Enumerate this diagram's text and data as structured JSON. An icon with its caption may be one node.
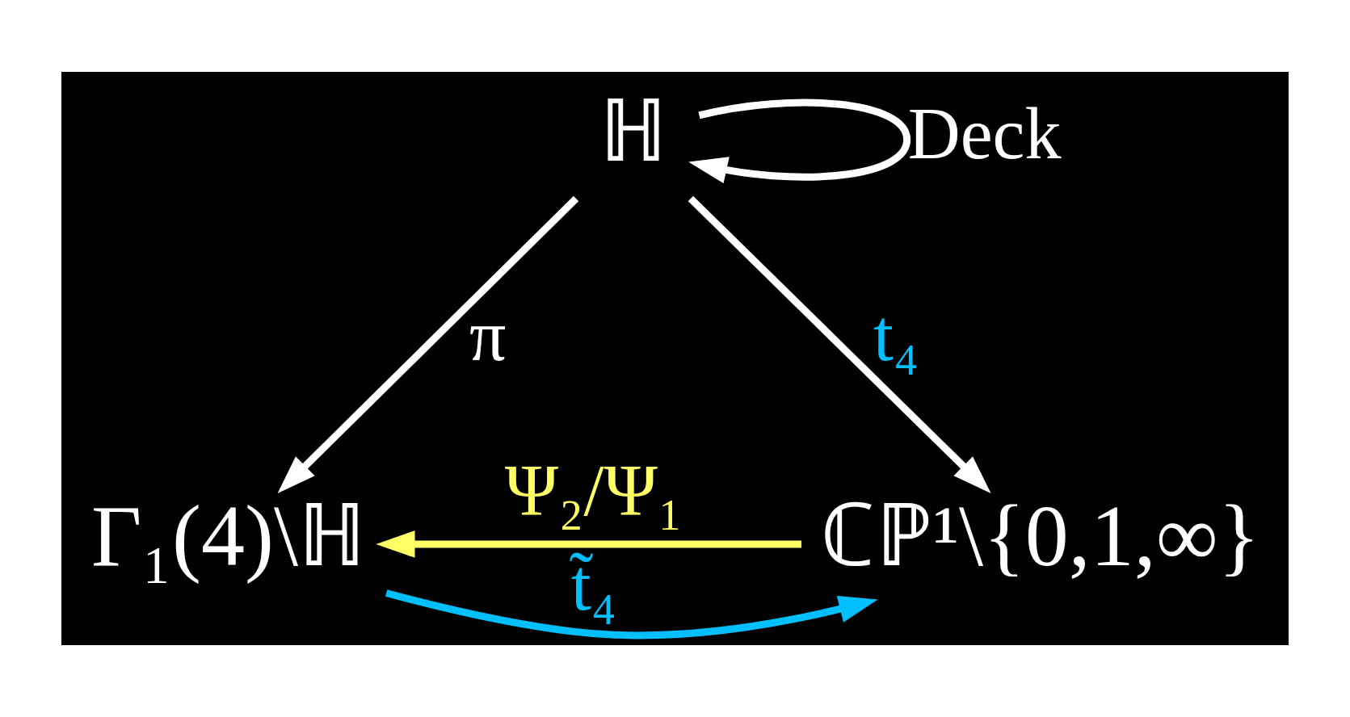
{
  "diagram": {
    "nodes": [
      {
        "text": [
          "ℍ"
        ]
      },
      {
        "text": [
          "Γ₁(4)\\ℍ"
        ]
      },
      {
        "text": [
          "ℂℙ¹\\{0,1,∞}"
        ]
      }
    ],
    "edges": [
      {
        "from": 0,
        "to": 0,
        "arrow": "to",
        "label": "Deck"
      },
      {
        "from": 0,
        "to": 1,
        "arrow": "to",
        "label": "π"
      },
      {
        "from": 0,
        "to": 2,
        "arrow": "to",
        "label": "t₄"
      },
      {
        "from": 1,
        "to": 2,
        "arrow": "to",
        "label": "t̃₄",
        "color": "#00bfff"
      },
      {
        "from": 2,
        "to": 1,
        "arrow": "to",
        "label": "Ψ₂/Ψ₁",
        "color": "#ffff66"
      }
    ]
  }
}
